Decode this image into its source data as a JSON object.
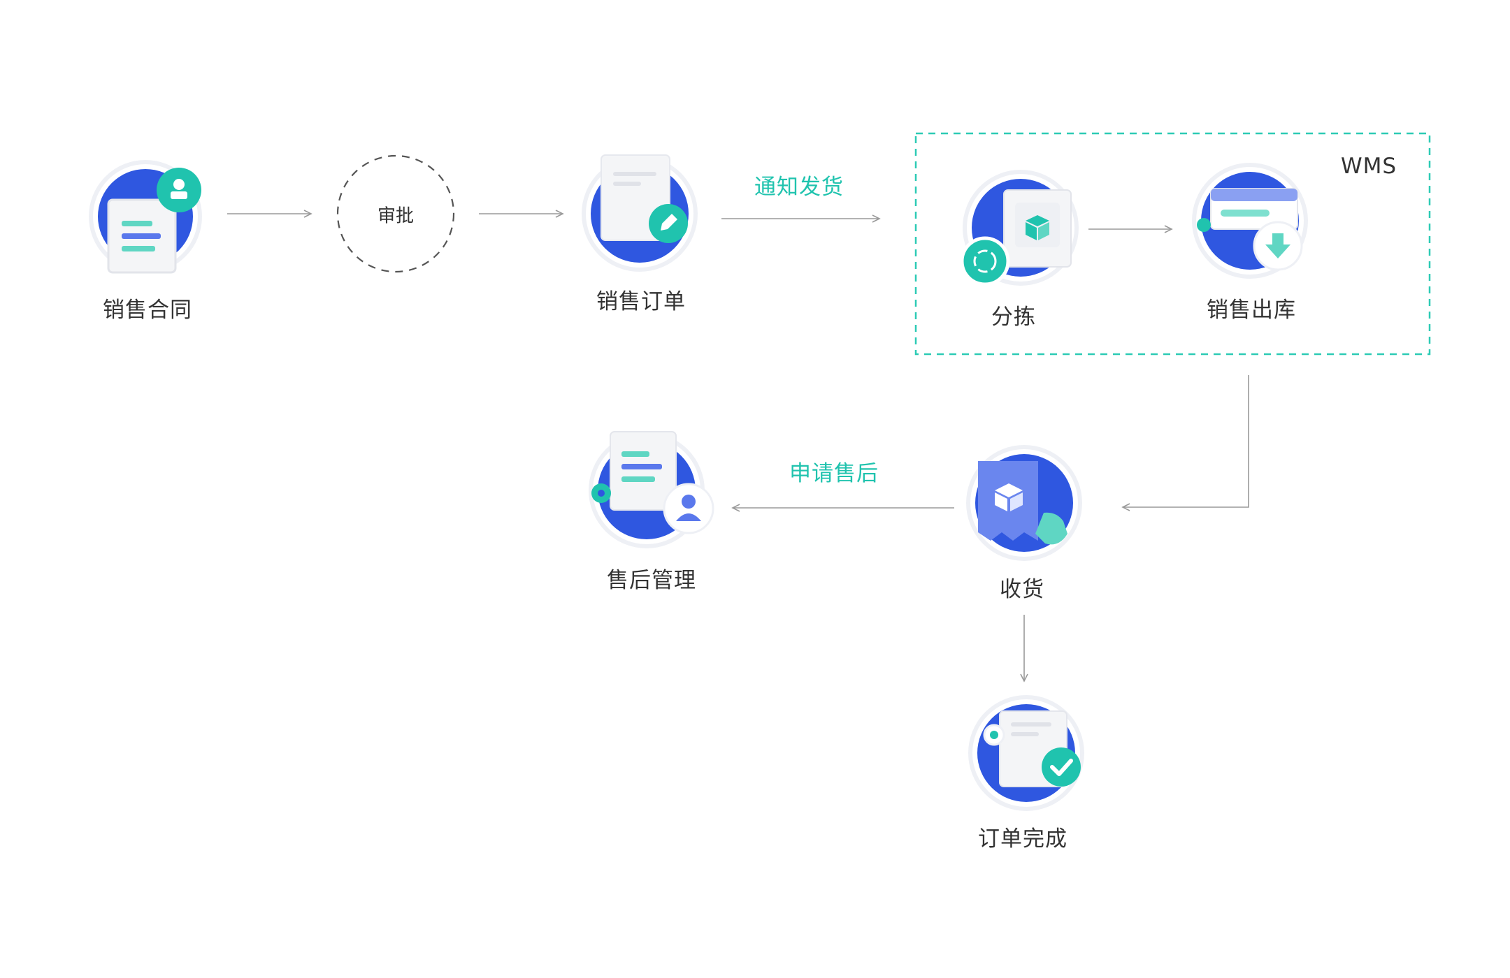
{
  "diagram": {
    "nodes": {
      "sales_contract": "销售合同",
      "approval": "审批",
      "sales_order": "销售订单",
      "picking": "分拣",
      "sales_outbound": "销售出库",
      "receiving": "收货",
      "after_sales": "售后管理",
      "order_complete": "订单完成"
    },
    "edges": {
      "notify_shipping": "通知发货",
      "apply_after_sales": "申请售后"
    },
    "group": {
      "label": "WMS"
    }
  },
  "colors": {
    "blue": "#2f57e0",
    "teal": "#20c3ae",
    "line": "#9a9a9a",
    "dash": "#2dcbb5",
    "text": "#333333"
  }
}
